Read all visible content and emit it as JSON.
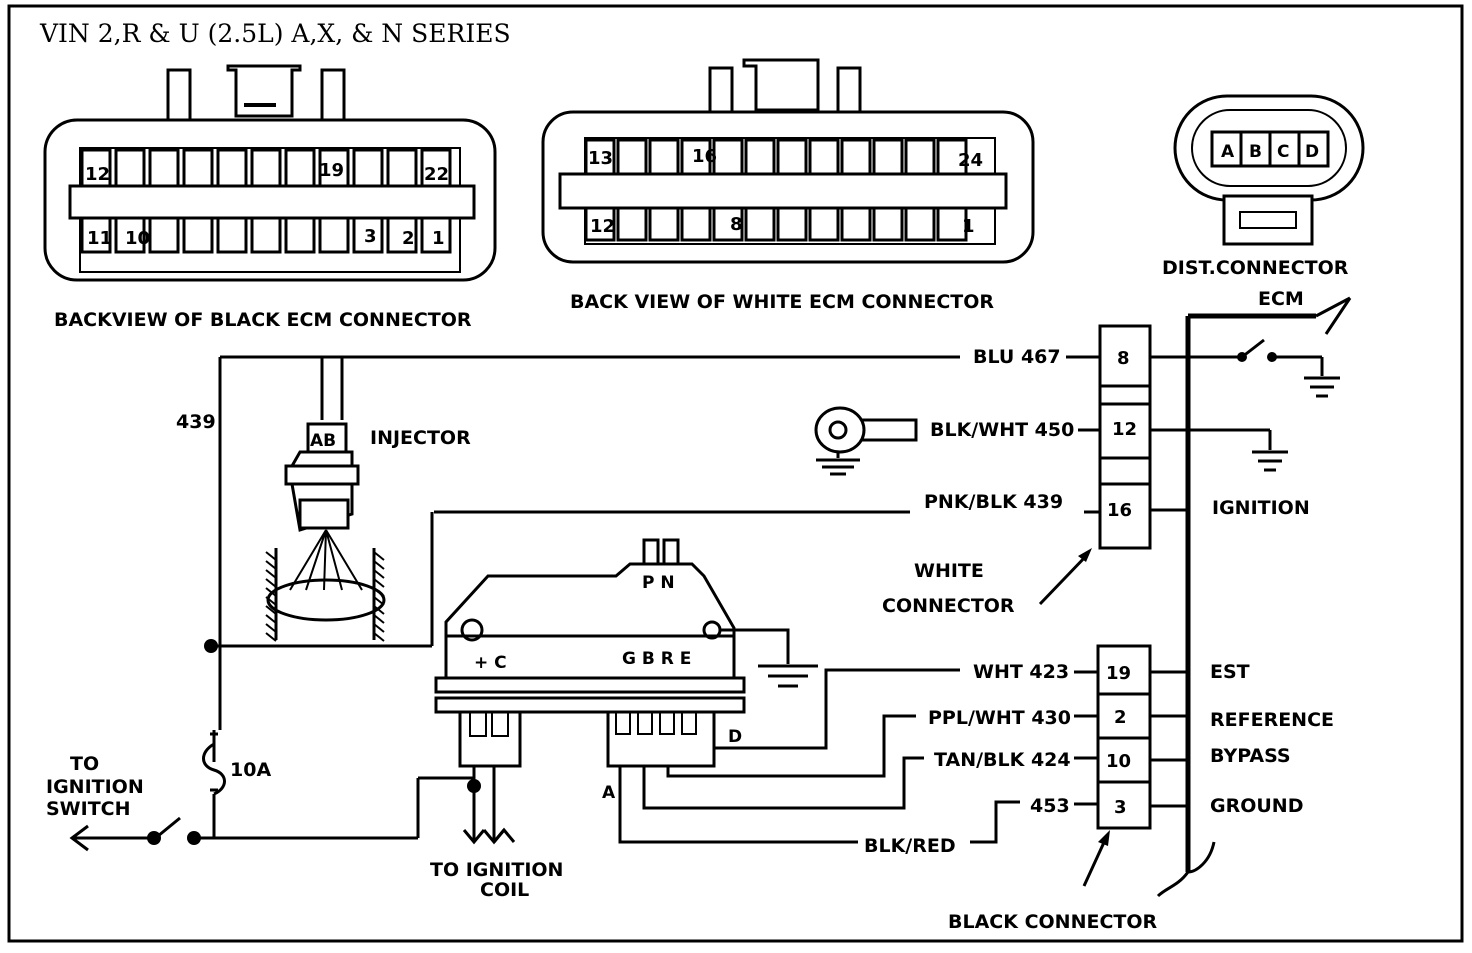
{
  "title": "VIN 2,R & U (2.5L) A,X, & N SERIES",
  "black_connector_view": {
    "caption": "BACKVIEW OF BLACK ECM CONNECTOR",
    "top_pins": [
      "12",
      "19",
      "22"
    ],
    "bottom_pins": [
      "11",
      "10",
      "3",
      "2",
      "1"
    ]
  },
  "white_connector_view": {
    "caption": "BACK VIEW OF WHITE ECM CONNECTOR",
    "top_pins": [
      "13",
      "16",
      "24"
    ],
    "bottom_pins": [
      "12",
      "8",
      "1"
    ]
  },
  "dist_connector": {
    "caption": "DIST.CONNECTOR",
    "pins": [
      "A",
      "B",
      "C",
      "D"
    ]
  },
  "injector": {
    "label": "INJECTOR",
    "pins": "AB",
    "wire": "439"
  },
  "module": {
    "top_pins": "P N",
    "left_pins": "+ C",
    "right_pins": "G B R E",
    "pin_a": "A",
    "pin_d": "D"
  },
  "wires": {
    "blu": "BLU 467",
    "blkwht": "BLK/WHT 450",
    "pnkblk": "PNK/BLK 439",
    "wht": "WHT 423",
    "pplwht": "PPL/WHT 430",
    "tanblk": "TAN/BLK 424",
    "w453": "453",
    "blkred": "BLK/RED"
  },
  "white_connector": {
    "label_line1": "WHITE",
    "label_line2": "CONNECTOR",
    "pins": [
      "8",
      "12",
      "16"
    ]
  },
  "black_connector": {
    "label": "BLACK CONNECTOR",
    "pins": [
      "19",
      "2",
      "10",
      "3"
    ]
  },
  "ecm_label": "ECM",
  "functions": {
    "ignition": "IGNITION",
    "est": "EST",
    "reference": "REFERENCE",
    "bypass": "BYPASS",
    "ground": "GROUND"
  },
  "fuse": "10A",
  "ignition_switch": [
    "TO",
    "IGNITION",
    "SWITCH"
  ],
  "ignition_coil": [
    "TO IGNITION",
    "COIL"
  ]
}
